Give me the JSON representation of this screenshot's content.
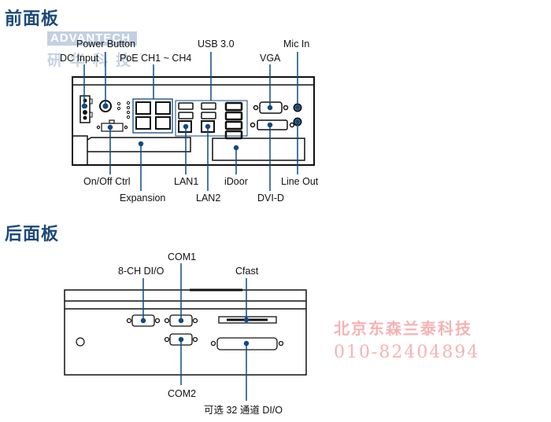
{
  "sections": {
    "front_title": "前面板",
    "rear_title": "后面板"
  },
  "watermarks": {
    "brand_logo": "ADVANTECH",
    "brand_cn": "研华科技",
    "dealer_name": "北京东森兰泰科技",
    "dealer_phone": "010-82404894"
  },
  "front_labels": {
    "power_button": "Power Button",
    "dc_input": "DC Input",
    "poe": "PoE CH1 ~ CH4",
    "usb3": "USB 3.0",
    "mic_in": "Mic In",
    "vga": "VGA",
    "on_off_ctrl": "On/Off Ctrl",
    "expansion": "Expansion",
    "lan1": "LAN1",
    "lan2": "LAN2",
    "idoor": "iDoor",
    "line_out": "Line Out",
    "dvi_d": "DVI-D"
  },
  "rear_labels": {
    "com1": "COM1",
    "dio_8ch": "8-CH DI/O",
    "cfast": "Cfast",
    "com2": "COM2",
    "dio_32ch_optional": "可选 32 通道 DI/O"
  },
  "colors": {
    "leader_line": "#0e4a86",
    "outline": "#111111",
    "title": "#1d4a7a"
  }
}
